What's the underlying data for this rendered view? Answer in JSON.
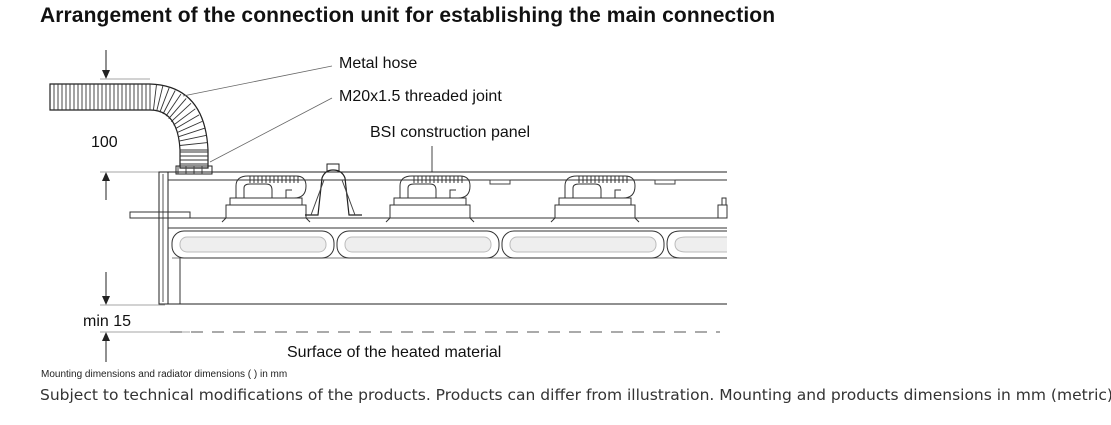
{
  "title": "Arrangement of the connection unit for establishing the main connection",
  "labels": {
    "metal_hose": "Metal hose",
    "threaded_joint": "M20x1.5 threaded joint",
    "panel": "BSI construction panel",
    "dim_100": "100",
    "dim_min15": "min 15",
    "surface": "Surface of the heated material"
  },
  "note": "Mounting dimensions and radiator dimensions ( ) in mm",
  "disclaimer": "Subject to technical modifications of the products. Products can differ from illustration. Mounting and products dimensions in mm (metric)."
}
